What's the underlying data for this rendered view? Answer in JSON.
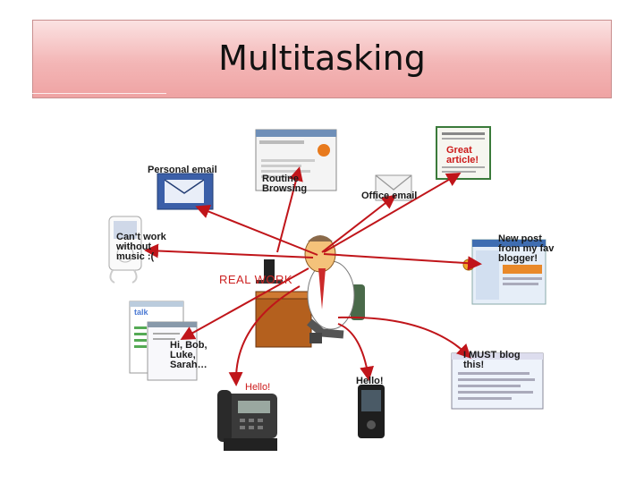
{
  "slide": {
    "title": "Multitasking"
  },
  "diagram": {
    "center": {
      "label": "REAL WORK"
    },
    "nodes": {
      "personal_email": "Personal email",
      "routine_browsing": "Routine\nBrowsing",
      "office_email": "Office email",
      "great_article": "Great\narticle!",
      "music": "Can't work\nwithout\nmusic :(",
      "blog_post": "New post\nfrom my fav\nblogger!",
      "chat": "Hi, Bob,\nLuke,\nSarah…",
      "desk_phone": "Hello!",
      "mobile_phone": "Hello!",
      "blog": "I MUST blog\nthis!"
    },
    "chat_brand": "talk"
  },
  "colors": {
    "arrow": "#c0151a",
    "title_bg": "#f3b6b6",
    "label_red": "#cc1a1a"
  }
}
